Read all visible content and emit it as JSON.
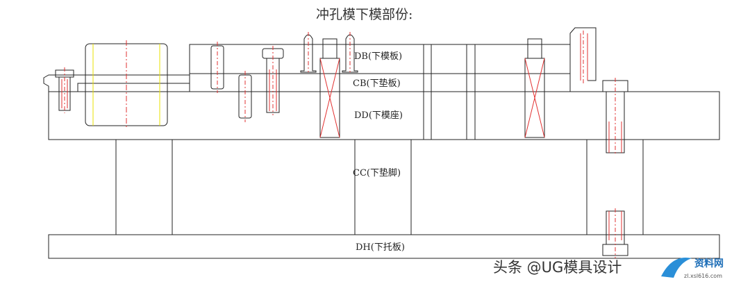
{
  "title": "冲孔模下模部份:",
  "plates": {
    "db": "DB(下模板)",
    "cb": "CB(下垫板)",
    "dd": "DD(下模座)",
    "cc": "CC(下垫脚)",
    "dh": "DH(下托板)"
  },
  "watermark": {
    "text": "头条 @UG模具设计",
    "logo_text": "资料网",
    "logo_url": "zl.xsl616.com"
  },
  "colors": {
    "line": "#222222",
    "red": "#e23030",
    "centerline": "#e23030",
    "yellow": "#e8e000"
  }
}
